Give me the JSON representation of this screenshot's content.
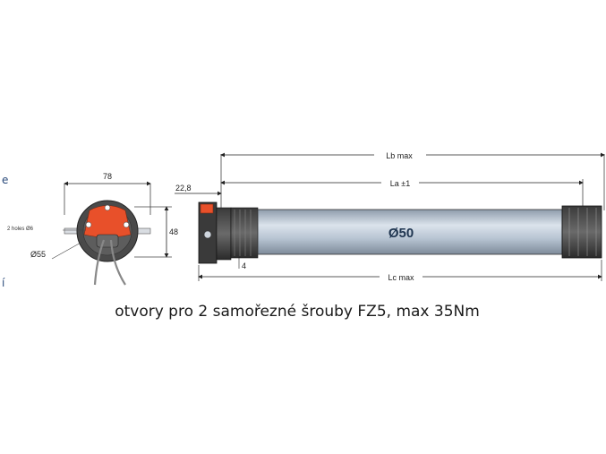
{
  "end_view": {
    "width_label": "78",
    "height_label": "48",
    "holes_label": "2 holes Ø6",
    "diameter_label": "Ø55"
  },
  "tube_view": {
    "lb_label": "Lb max",
    "la_label": "La ±1",
    "lc_label": "Lc max",
    "head_label": "22,8",
    "offset_label": "4",
    "tube_diameter_label": "Ø50"
  },
  "caption": "otvory pro 2 samořezné šrouby FZ5, max 35Nm",
  "edge_marks": [
    "e",
    "í"
  ],
  "colors": {
    "head_orange": "#e8502a",
    "tube": "#b9c6d4",
    "line": "#222222"
  }
}
